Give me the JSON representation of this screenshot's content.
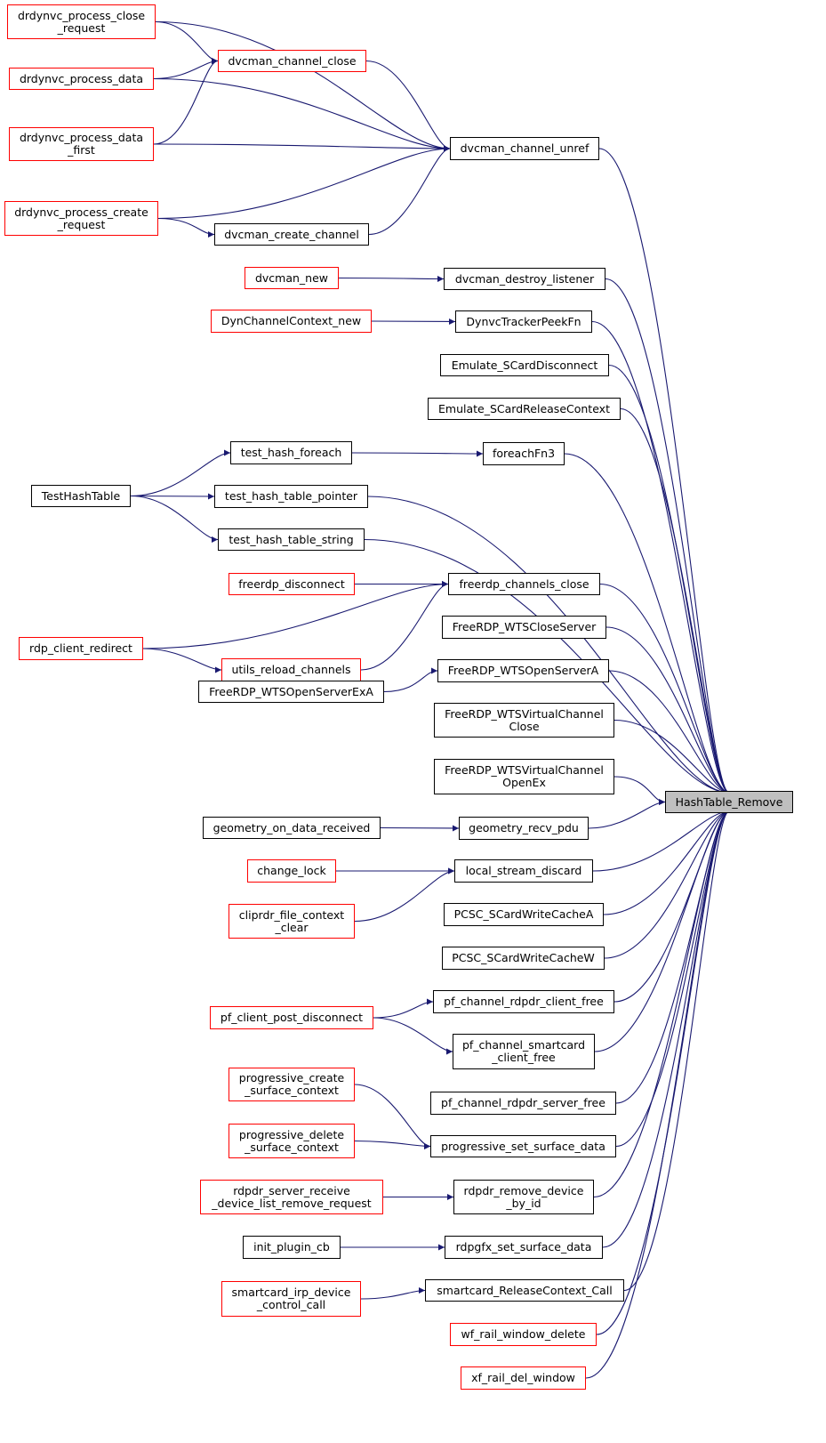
{
  "diagram": {
    "colors": {
      "edge": "#191970",
      "red_border": "#ff0000",
      "black_border": "#000000",
      "target_fill": "#bfbfbf"
    },
    "nodes": {
      "target": {
        "label": "HashTable_Remove",
        "border": "black"
      },
      "dvcman_channel_unref": {
        "label": "dvcman_channel_unref",
        "border": "black"
      },
      "dvcman_channel_close": {
        "label": "dvcman_channel_close",
        "border": "red"
      },
      "drdynvc_process_close_request": {
        "label": "drdynvc_process_close\n_request",
        "border": "red"
      },
      "drdynvc_process_data": {
        "label": "drdynvc_process_data",
        "border": "red"
      },
      "drdynvc_process_data_first": {
        "label": "drdynvc_process_data\n_first",
        "border": "red"
      },
      "drdynvc_process_create_request": {
        "label": "drdynvc_process_create\n_request",
        "border": "red"
      },
      "dvcman_create_channel": {
        "label": "dvcman_create_channel",
        "border": "black"
      },
      "dvcman_new": {
        "label": "dvcman_new",
        "border": "red"
      },
      "dvcman_destroy_listener": {
        "label": "dvcman_destroy_listener",
        "border": "black"
      },
      "DynChannelContext_new": {
        "label": "DynChannelContext_new",
        "border": "red"
      },
      "DynvcTrackerPeekFn": {
        "label": "DynvcTrackerPeekFn",
        "border": "black"
      },
      "Emulate_SCardDisconnect": {
        "label": "Emulate_SCardDisconnect",
        "border": "black"
      },
      "Emulate_SCardReleaseContext": {
        "label": "Emulate_SCardReleaseContext",
        "border": "black"
      },
      "test_hash_foreach": {
        "label": "test_hash_foreach",
        "border": "black"
      },
      "foreachFn3": {
        "label": "foreachFn3",
        "border": "black"
      },
      "TestHashTable": {
        "label": "TestHashTable",
        "border": "black"
      },
      "test_hash_table_pointer": {
        "label": "test_hash_table_pointer",
        "border": "black"
      },
      "test_hash_table_string": {
        "label": "test_hash_table_string",
        "border": "black"
      },
      "freerdp_disconnect": {
        "label": "freerdp_disconnect",
        "border": "red"
      },
      "freerdp_channels_close": {
        "label": "freerdp_channels_close",
        "border": "black"
      },
      "rdp_client_redirect": {
        "label": "rdp_client_redirect",
        "border": "red"
      },
      "utils_reload_channels": {
        "label": "utils_reload_channels",
        "border": "red"
      },
      "FreeRDP_WTSCloseServer": {
        "label": "FreeRDP_WTSCloseServer",
        "border": "black"
      },
      "FreeRDP_WTSOpenServerA": {
        "label": "FreeRDP_WTSOpenServerA",
        "border": "black"
      },
      "FreeRDP_WTSOpenServerExA": {
        "label": "FreeRDP_WTSOpenServerExA",
        "border": "black"
      },
      "FreeRDP_WTSVirtualChannelClose": {
        "label": "FreeRDP_WTSVirtualChannel\nClose",
        "border": "black"
      },
      "FreeRDP_WTSVirtualChannelOpenEx": {
        "label": "FreeRDP_WTSVirtualChannel\nOpenEx",
        "border": "black"
      },
      "geometry_on_data_received": {
        "label": "geometry_on_data_received",
        "border": "black"
      },
      "geometry_recv_pdu": {
        "label": "geometry_recv_pdu",
        "border": "black"
      },
      "change_lock": {
        "label": "change_lock",
        "border": "red"
      },
      "local_stream_discard": {
        "label": "local_stream_discard",
        "border": "black"
      },
      "cliprdr_file_context_clear": {
        "label": "cliprdr_file_context\n_clear",
        "border": "red"
      },
      "PCSC_SCardWriteCacheA": {
        "label": "PCSC_SCardWriteCacheA",
        "border": "black"
      },
      "PCSC_SCardWriteCacheW": {
        "label": "PCSC_SCardWriteCacheW",
        "border": "black"
      },
      "pf_channel_rdpdr_client_free": {
        "label": "pf_channel_rdpdr_client_free",
        "border": "black"
      },
      "pf_client_post_disconnect": {
        "label": "pf_client_post_disconnect",
        "border": "red"
      },
      "pf_channel_smartcard_client_free": {
        "label": "pf_channel_smartcard\n_client_free",
        "border": "black"
      },
      "progressive_create_surface_context": {
        "label": "progressive_create\n_surface_context",
        "border": "red"
      },
      "pf_channel_rdpdr_server_free": {
        "label": "pf_channel_rdpdr_server_free",
        "border": "black"
      },
      "progressive_delete_surface_context": {
        "label": "progressive_delete\n_surface_context",
        "border": "red"
      },
      "progressive_set_surface_data": {
        "label": "progressive_set_surface_data",
        "border": "black"
      },
      "rdpdr_server_receive_device_list_remove_request": {
        "label": "rdpdr_server_receive\n_device_list_remove_request",
        "border": "red"
      },
      "rdpdr_remove_device_by_id": {
        "label": "rdpdr_remove_device\n_by_id",
        "border": "black"
      },
      "init_plugin_cb": {
        "label": "init_plugin_cb",
        "border": "black"
      },
      "rdpgfx_set_surface_data": {
        "label": "rdpgfx_set_surface_data",
        "border": "black"
      },
      "smartcard_irp_device_control_call": {
        "label": "smartcard_irp_device\n_control_call",
        "border": "red"
      },
      "smartcard_ReleaseContext_Call": {
        "label": "smartcard_ReleaseContext_Call",
        "border": "black"
      },
      "wf_rail_window_delete": {
        "label": "wf_rail_window_delete",
        "border": "red"
      },
      "xf_rail_del_window": {
        "label": "xf_rail_del_window",
        "border": "red"
      }
    },
    "edges": [
      [
        "drdynvc_process_close_request",
        "dvcman_channel_close"
      ],
      [
        "drdynvc_process_close_request",
        "dvcman_channel_unref"
      ],
      [
        "drdynvc_process_data",
        "dvcman_channel_close"
      ],
      [
        "drdynvc_process_data",
        "dvcman_channel_unref"
      ],
      [
        "drdynvc_process_data_first",
        "dvcman_channel_close"
      ],
      [
        "drdynvc_process_data_first",
        "dvcman_channel_unref"
      ],
      [
        "drdynvc_process_create_request",
        "dvcman_channel_unref"
      ],
      [
        "drdynvc_process_create_request",
        "dvcman_create_channel"
      ],
      [
        "dvcman_channel_close",
        "dvcman_channel_unref"
      ],
      [
        "dvcman_create_channel",
        "dvcman_channel_unref"
      ],
      [
        "dvcman_channel_unref",
        "target"
      ],
      [
        "dvcman_new",
        "dvcman_destroy_listener"
      ],
      [
        "dvcman_destroy_listener",
        "target"
      ],
      [
        "DynChannelContext_new",
        "DynvcTrackerPeekFn"
      ],
      [
        "DynvcTrackerPeekFn",
        "target"
      ],
      [
        "Emulate_SCardDisconnect",
        "target"
      ],
      [
        "Emulate_SCardReleaseContext",
        "target"
      ],
      [
        "TestHashTable",
        "test_hash_foreach"
      ],
      [
        "TestHashTable",
        "test_hash_table_pointer"
      ],
      [
        "TestHashTable",
        "test_hash_table_string"
      ],
      [
        "test_hash_foreach",
        "foreachFn3"
      ],
      [
        "foreachFn3",
        "target"
      ],
      [
        "test_hash_table_pointer",
        "target"
      ],
      [
        "test_hash_table_string",
        "target"
      ],
      [
        "freerdp_disconnect",
        "freerdp_channels_close"
      ],
      [
        "rdp_client_redirect",
        "freerdp_channels_close"
      ],
      [
        "rdp_client_redirect",
        "utils_reload_channels"
      ],
      [
        "utils_reload_channels",
        "freerdp_channels_close"
      ],
      [
        "freerdp_channels_close",
        "target"
      ],
      [
        "FreeRDP_WTSCloseServer",
        "target"
      ],
      [
        "FreeRDP_WTSOpenServerExA",
        "FreeRDP_WTSOpenServerA"
      ],
      [
        "FreeRDP_WTSOpenServerA",
        "target"
      ],
      [
        "FreeRDP_WTSVirtualChannelClose",
        "target"
      ],
      [
        "FreeRDP_WTSVirtualChannelOpenEx",
        "target"
      ],
      [
        "geometry_on_data_received",
        "geometry_recv_pdu"
      ],
      [
        "geometry_recv_pdu",
        "target"
      ],
      [
        "change_lock",
        "local_stream_discard"
      ],
      [
        "cliprdr_file_context_clear",
        "local_stream_discard"
      ],
      [
        "local_stream_discard",
        "target"
      ],
      [
        "PCSC_SCardWriteCacheA",
        "target"
      ],
      [
        "PCSC_SCardWriteCacheW",
        "target"
      ],
      [
        "pf_client_post_disconnect",
        "pf_channel_rdpdr_client_free"
      ],
      [
        "pf_client_post_disconnect",
        "pf_channel_smartcard_client_free"
      ],
      [
        "pf_channel_rdpdr_client_free",
        "target"
      ],
      [
        "pf_channel_smartcard_client_free",
        "target"
      ],
      [
        "pf_channel_rdpdr_server_free",
        "target"
      ],
      [
        "progressive_create_surface_context",
        "progressive_set_surface_data"
      ],
      [
        "progressive_delete_surface_context",
        "progressive_set_surface_data"
      ],
      [
        "progressive_set_surface_data",
        "target"
      ],
      [
        "rdpdr_server_receive_device_list_remove_request",
        "rdpdr_remove_device_by_id"
      ],
      [
        "rdpdr_remove_device_by_id",
        "target"
      ],
      [
        "init_plugin_cb",
        "rdpgfx_set_surface_data"
      ],
      [
        "rdpgfx_set_surface_data",
        "target"
      ],
      [
        "smartcard_irp_device_control_call",
        "smartcard_ReleaseContext_Call"
      ],
      [
        "smartcard_ReleaseContext_Call",
        "target"
      ],
      [
        "wf_rail_window_delete",
        "target"
      ],
      [
        "xf_rail_del_window",
        "target"
      ]
    ]
  }
}
